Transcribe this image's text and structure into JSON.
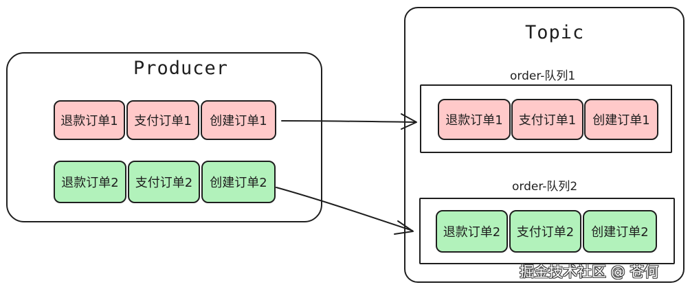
{
  "producer": {
    "title": "Producer",
    "row1": [
      "退款订单1",
      "支付订单1",
      "创建订单1"
    ],
    "row2": [
      "退款订单2",
      "支付订单2",
      "创建订单2"
    ]
  },
  "topic": {
    "title": "Topic",
    "queue1": {
      "label": "order-队列1",
      "items": [
        "退款订单1",
        "支付订单1",
        "创建订单1"
      ]
    },
    "queue2": {
      "label": "order-队列2",
      "items": [
        "退款订单2",
        "支付订单2",
        "创建订单2"
      ]
    }
  },
  "watermark": "掘金技术社区 @ 苍何",
  "colors": {
    "red_fill": "#ffc9c9",
    "green_fill": "#b2f2bb",
    "stroke": "#1e1e1e"
  }
}
